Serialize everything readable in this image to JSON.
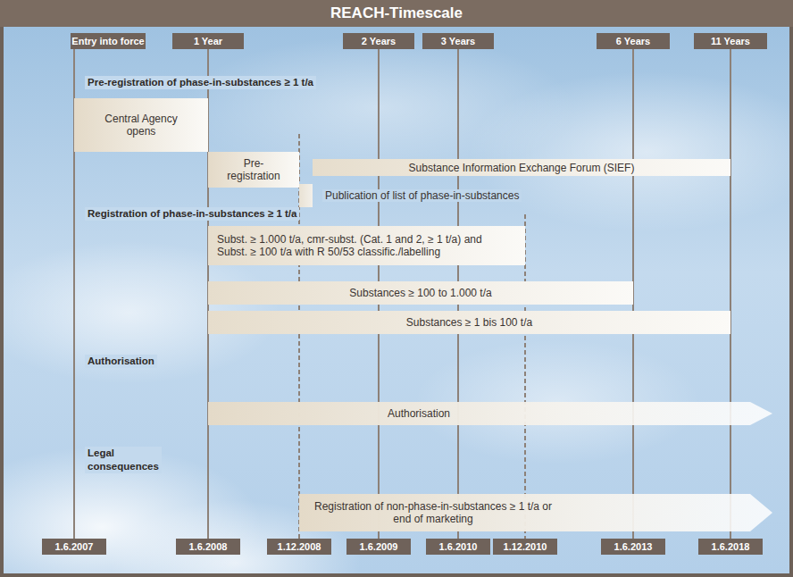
{
  "diagram": {
    "title": "REACH-Timescale",
    "nodes": [
      {
        "text": [
          "Entry into force"
        ]
      },
      {
        "text": [
          "1 Year"
        ]
      },
      {
        "text": [
          "2 Years"
        ]
      },
      {
        "text": [
          "3 Years"
        ]
      },
      {
        "text": [
          "6 Years"
        ]
      },
      {
        "text": [
          "11 Years"
        ]
      },
      {
        "text": [
          "Central Agency opens"
        ]
      },
      {
        "text": [
          "Pre- registration"
        ]
      },
      {
        "text": [
          "Substance Information Exchange Forum (SIEF)"
        ]
      },
      {
        "text": [
          "Publication of list of phase-in-substances"
        ]
      },
      {
        "text": [
          "Subst. ≥ 1.000 t/a, cmr-subst. (Cat. 1 and 2, ≥ 1 t/a) and Subst. ≥ 100 t/a with R 50/53 classific./labelling"
        ]
      },
      {
        "text": [
          "Substances ≥ 100 to 1.000 t/a"
        ]
      },
      {
        "text": [
          "Substances ≥ 1 bis 100 t/a"
        ]
      },
      {
        "text": [
          "Authorisation"
        ]
      },
      {
        "text": [
          "Registration of non-phase-in-substances ≥ 1 t/a or end of marketing"
        ]
      },
      {
        "text": [
          "1.6.2007"
        ]
      },
      {
        "text": [
          "1.6.2008"
        ]
      },
      {
        "text": [
          "1.12.2008"
        ]
      },
      {
        "text": [
          "1.6.2009"
        ]
      },
      {
        "text": [
          "1.6.2010"
        ]
      },
      {
        "text": [
          "1.12.2010"
        ]
      },
      {
        "text": [
          "1.6.2013"
        ]
      },
      {
        "text": [
          "1.6.2018"
        ]
      }
    ],
    "edges": [
      {
        "from": 0,
        "to": 15,
        "arrow": "none"
      },
      {
        "from": 1,
        "to": 16,
        "arrow": "none"
      },
      {
        "from": 2,
        "to": 18,
        "arrow": "none"
      },
      {
        "from": 3,
        "to": 19,
        "arrow": "none"
      },
      {
        "from": 4,
        "to": 21,
        "arrow": "none"
      },
      {
        "from": 5,
        "to": 22,
        "arrow": "none"
      }
    ],
    "labels": [
      "Pre-registration of phase-in-substances ≥ 1 t/a",
      "Registration of phase-in-substances ≥ 1 t/a",
      "Authorisation",
      "Legal consequences"
    ]
  }
}
